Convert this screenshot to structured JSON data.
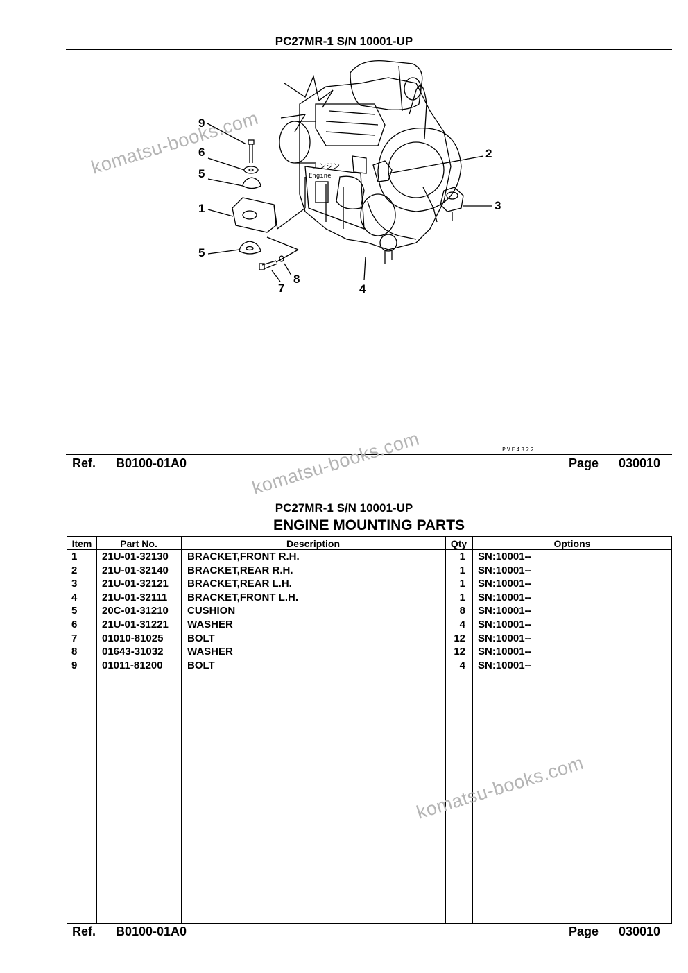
{
  "page1": {
    "header": "PC27MR-1 S/N 10001-UP",
    "figure_code": "PVE4322",
    "callouts": [
      "1",
      "2",
      "3",
      "4",
      "5",
      "5",
      "6",
      "7",
      "8",
      "9"
    ],
    "engine_label_jp": "エンジン",
    "engine_label": "Engine",
    "footer": {
      "ref_label": "Ref.",
      "ref_value": "B0100-01A0",
      "page_label": "Page",
      "page_value": "030010"
    }
  },
  "page2": {
    "header": "PC27MR-1 S/N 10001-UP",
    "title": "ENGINE MOUNTING PARTS",
    "columns": [
      "Item",
      "Part No.",
      "Description",
      "Qty",
      "Options"
    ],
    "rows": [
      {
        "item": "1",
        "part_no": "21U-01-32130",
        "description": "BRACKET,FRONT R.H.",
        "qty": "1",
        "options": "SN:10001--"
      },
      {
        "item": "2",
        "part_no": "21U-01-32140",
        "description": "BRACKET,REAR R.H.",
        "qty": "1",
        "options": "SN:10001--"
      },
      {
        "item": "3",
        "part_no": "21U-01-32121",
        "description": "BRACKET,REAR L.H.",
        "qty": "1",
        "options": "SN:10001--"
      },
      {
        "item": "4",
        "part_no": "21U-01-32111",
        "description": "BRACKET,FRONT L.H.",
        "qty": "1",
        "options": "SN:10001--"
      },
      {
        "item": "5",
        "part_no": "20C-01-31210",
        "description": "CUSHION",
        "qty": "8",
        "options": "SN:10001--"
      },
      {
        "item": "6",
        "part_no": "21U-01-31221",
        "description": "WASHER",
        "qty": "4",
        "options": "SN:10001--"
      },
      {
        "item": "7",
        "part_no": "01010-81025",
        "description": "BOLT",
        "qty": "12",
        "options": "SN:10001--"
      },
      {
        "item": "8",
        "part_no": "01643-31032",
        "description": "WASHER",
        "qty": "12",
        "options": "SN:10001--"
      },
      {
        "item": "9",
        "part_no": "01011-81200",
        "description": "BOLT",
        "qty": "4",
        "options": "SN:10001--"
      }
    ],
    "footer": {
      "ref_label": "Ref.",
      "ref_value": "B0100-01A0",
      "page_label": "Page",
      "page_value": "030010"
    }
  },
  "watermark": "komatsu-books.com"
}
